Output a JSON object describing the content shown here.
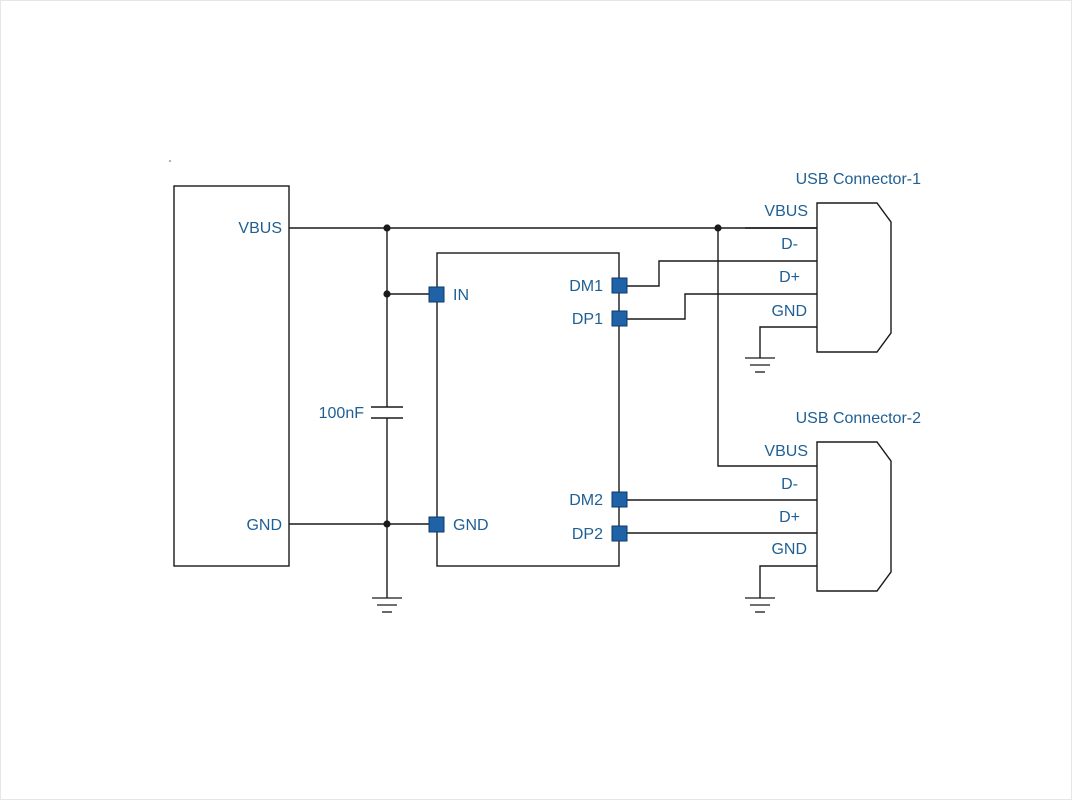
{
  "colors": {
    "label": "#1f5f94",
    "pin": "#1f62a8",
    "pin_stroke": "#0d3a66",
    "wire": "#1a1a1a"
  },
  "host": {
    "vbus": "VBUS",
    "gnd": "GND"
  },
  "capacitor": {
    "value": "100nF"
  },
  "chip": {
    "pins": {
      "in": "IN",
      "gnd": "GND",
      "dm1": "DM1",
      "dp1": "DP1",
      "dm2": "DM2",
      "dp2": "DP2"
    }
  },
  "connectors": [
    {
      "title": "USB Connector-1",
      "pins": [
        "VBUS",
        "D-",
        "D+",
        "GND"
      ]
    },
    {
      "title": "USB Connector-2",
      "pins": [
        "VBUS",
        "D-",
        "D+",
        "GND"
      ]
    }
  ]
}
